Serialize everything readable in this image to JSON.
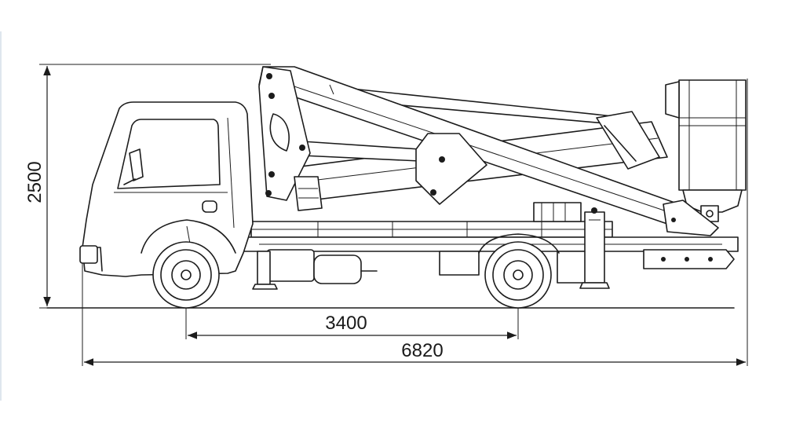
{
  "dimensions": {
    "height": "2500",
    "wheelbase": "3400",
    "overall_length": "6820"
  },
  "colors": {
    "line": "#1c1c1c",
    "background": "#ffffff"
  }
}
